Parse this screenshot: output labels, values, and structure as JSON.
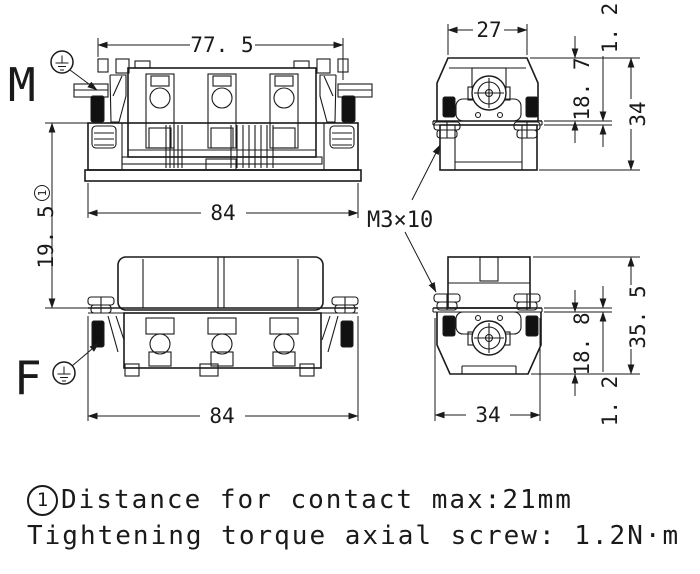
{
  "labels": {
    "male": "M",
    "female": "F"
  },
  "annotations": {
    "thread_callout": "M3×10"
  },
  "dims": {
    "m_front_top_width": "77. 5",
    "m_front_width": "84",
    "m_side_width": "27",
    "m_side_flange_thickness": "1. 2",
    "m_side_insert_height": "18. 7",
    "m_side_total_height": "34",
    "contact_distance": "19. 5",
    "contact_distance_ref": "1",
    "f_front_width": "84",
    "f_side_width": "34",
    "f_side_insert_height": "18. 8",
    "f_side_flange_thickness": "1. 2",
    "f_side_total_height": "35. 5"
  },
  "notes": {
    "circled_digit": "1",
    "line1": "Distance for contact max:21mm",
    "line2": "Tightening torque axial screw: 1.2N·m"
  },
  "colors": {
    "line": "#1a1a1a",
    "seal_black": "#111111",
    "background": "#ffffff"
  }
}
